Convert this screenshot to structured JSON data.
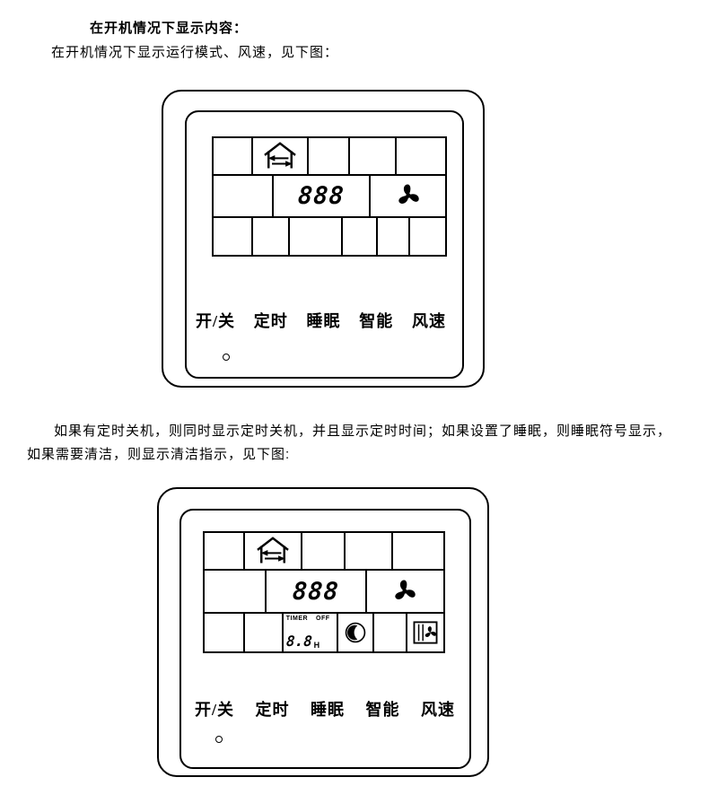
{
  "doc": {
    "heading": "在开机情况下显示内容：",
    "intro": "在开机情况下显示运行模式、风速，见下图：",
    "paragraph": "如果有定时关机，则同时显示定时关机，并且显示定时时间；如果设置了睡眠，则睡眠符号显示，如果需要清洁，则显示清洁指示，见下图:"
  },
  "panel_on": {
    "display_digits": "888",
    "buttons": [
      "开/关",
      "定时",
      "睡眠",
      "智能",
      "风速"
    ],
    "icons": {
      "mode": "house-ventilation-icon",
      "fan": "fan-icon"
    }
  },
  "panel_timer": {
    "display_digits": "888",
    "timer_label": "TIMER",
    "off_label": "OFF",
    "timer_digits": "8.8",
    "hour_unit": "H",
    "buttons": [
      "开/关",
      "定时",
      "睡眠",
      "智能",
      "风速"
    ],
    "icons": {
      "mode": "house-ventilation-icon",
      "fan": "fan-icon",
      "sleep": "sleep-moon-icon",
      "clean": "clean-filter-icon"
    }
  },
  "colors": {
    "ink": "#000000",
    "background": "#ffffff"
  }
}
